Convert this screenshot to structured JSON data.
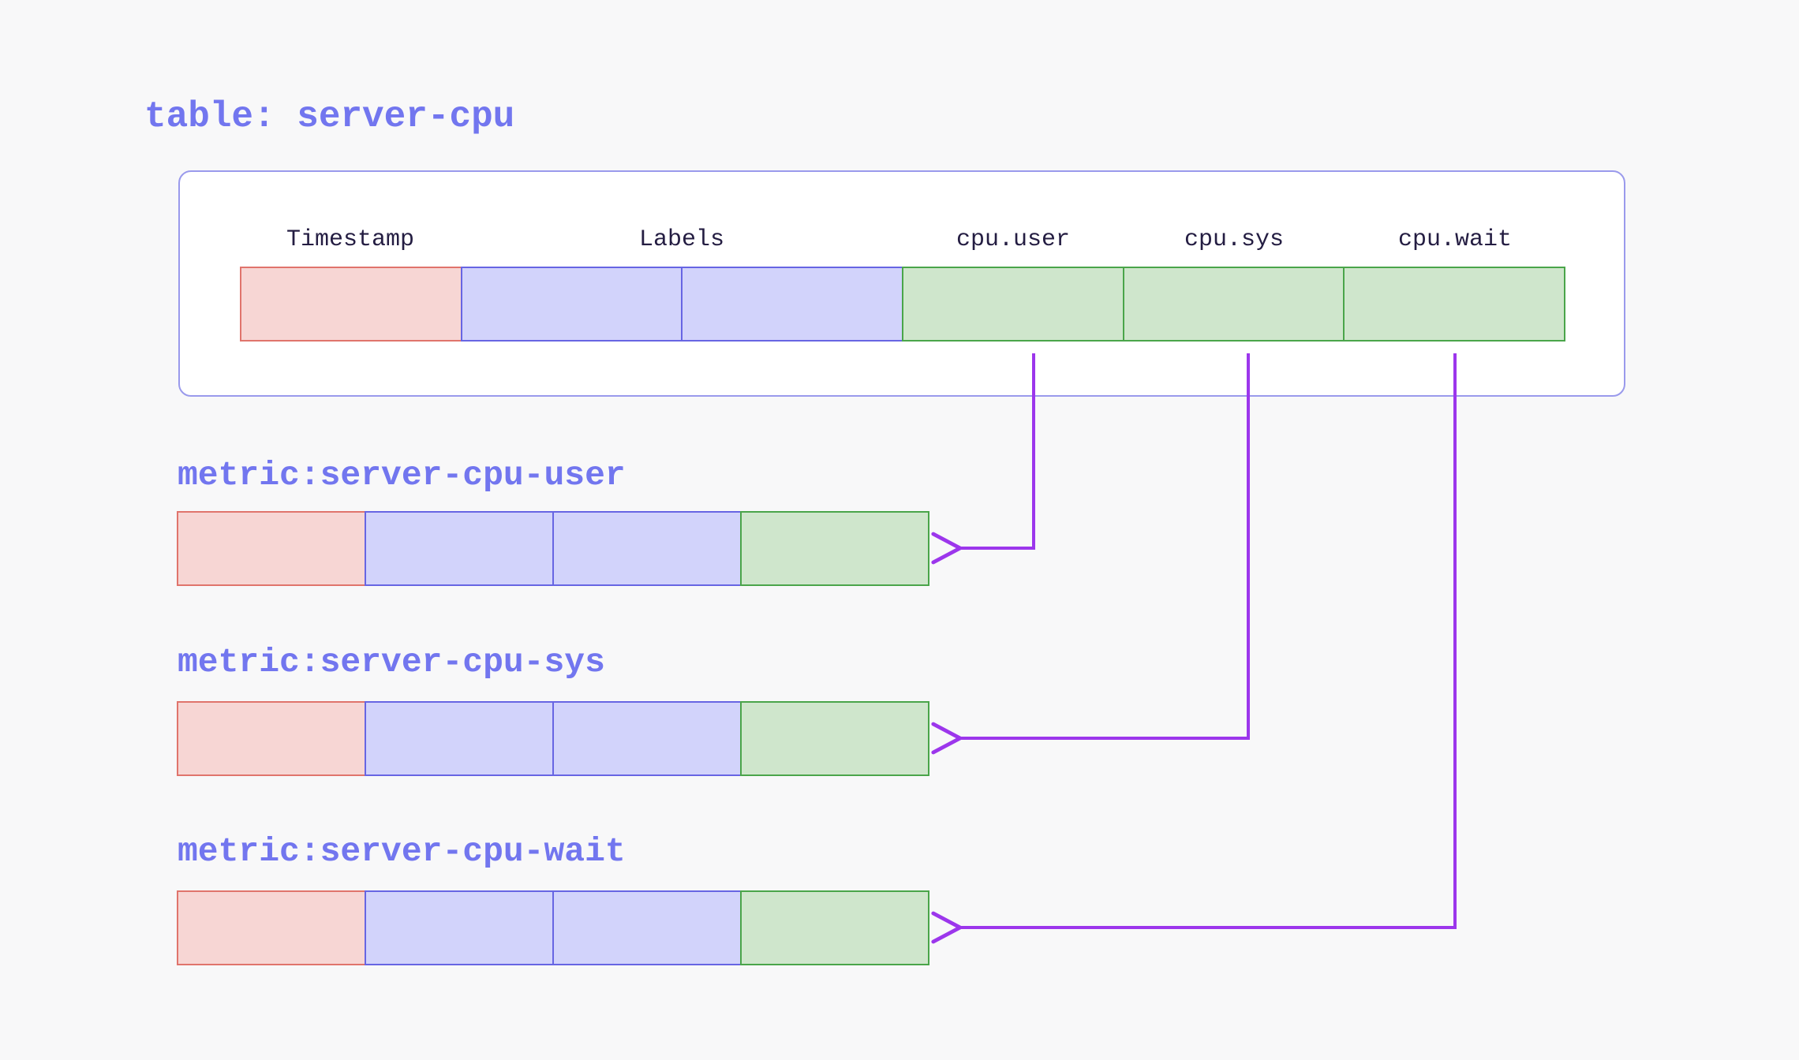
{
  "colors": {
    "page_bg": "#f8f8f9",
    "accent_text": "#7276ef",
    "header_text": "#241d42",
    "arrow": "#9c36ec",
    "container_fill": "#ffffff",
    "container_border": "#9a9aec",
    "timestamp_fill": "#f7d6d4",
    "timestamp_border": "#e0746c",
    "labels_fill": "#d2d3fb",
    "labels_border": "#6765e3",
    "value_fill": "#cfe6cc",
    "value_border": "#4aa54a"
  },
  "table": {
    "title": "table: server-cpu",
    "columns": [
      {
        "label": "Timestamp",
        "type": "timestamp"
      },
      {
        "label": "Labels",
        "type": "labels"
      },
      {
        "label": "cpu.user",
        "type": "value"
      },
      {
        "label": "cpu.sys",
        "type": "value"
      },
      {
        "label": "cpu.wait",
        "type": "value"
      }
    ],
    "cells": [
      "timestamp",
      "labels",
      "labels",
      "value",
      "value",
      "value"
    ]
  },
  "metrics": [
    {
      "title": "metric:server-cpu-user",
      "source_column": "cpu.user",
      "cells": [
        "timestamp",
        "labels",
        "labels",
        "value"
      ]
    },
    {
      "title": "metric:server-cpu-sys",
      "source_column": "cpu.sys",
      "cells": [
        "timestamp",
        "labels",
        "labels",
        "value"
      ]
    },
    {
      "title": "metric:server-cpu-wait",
      "source_column": "cpu.wait",
      "cells": [
        "timestamp",
        "labels",
        "labels",
        "value"
      ]
    }
  ]
}
